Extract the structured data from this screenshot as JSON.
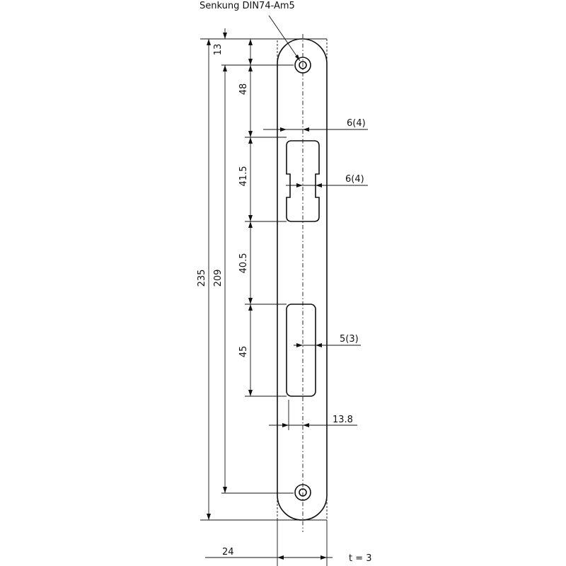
{
  "annotations": {
    "countersink": "Senkung DIN74-Am5",
    "thickness": "t = 3"
  },
  "dimensions": {
    "top_offset": "13",
    "spacing_48": "48",
    "slot1_height": "41.5",
    "gap_40_5": "40.5",
    "slot2_height": "45",
    "total_length": "235",
    "hole_spacing": "209",
    "plate_width": "24",
    "slot_offset": "13.8",
    "slot1_width_top": "6(4)",
    "slot1_width_mid": "6(4)",
    "slot2_width": "5(3)"
  }
}
